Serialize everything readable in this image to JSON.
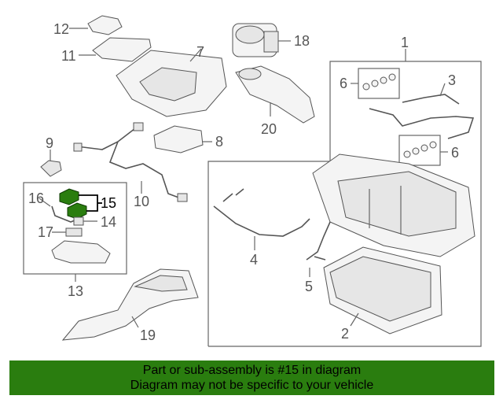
{
  "callouts": {
    "c1": "1",
    "c2": "2",
    "c3": "3",
    "c4": "4",
    "c5": "5",
    "c6a": "6",
    "c6b": "6",
    "c7": "7",
    "c8": "8",
    "c9": "9",
    "c10": "10",
    "c11": "11",
    "c12": "12",
    "c13": "13",
    "c14": "14",
    "c15": "15",
    "c16": "16",
    "c17": "17",
    "c18": "18",
    "c19": "19",
    "c20": "20"
  },
  "highlight": {
    "part_number": "15",
    "color": "#2a7d0f"
  },
  "banner": {
    "line1": "Part or sub-assembly is #15 in diagram",
    "line2": "Diagram may not be specific to your vehicle",
    "background": "#2a7d0f"
  }
}
